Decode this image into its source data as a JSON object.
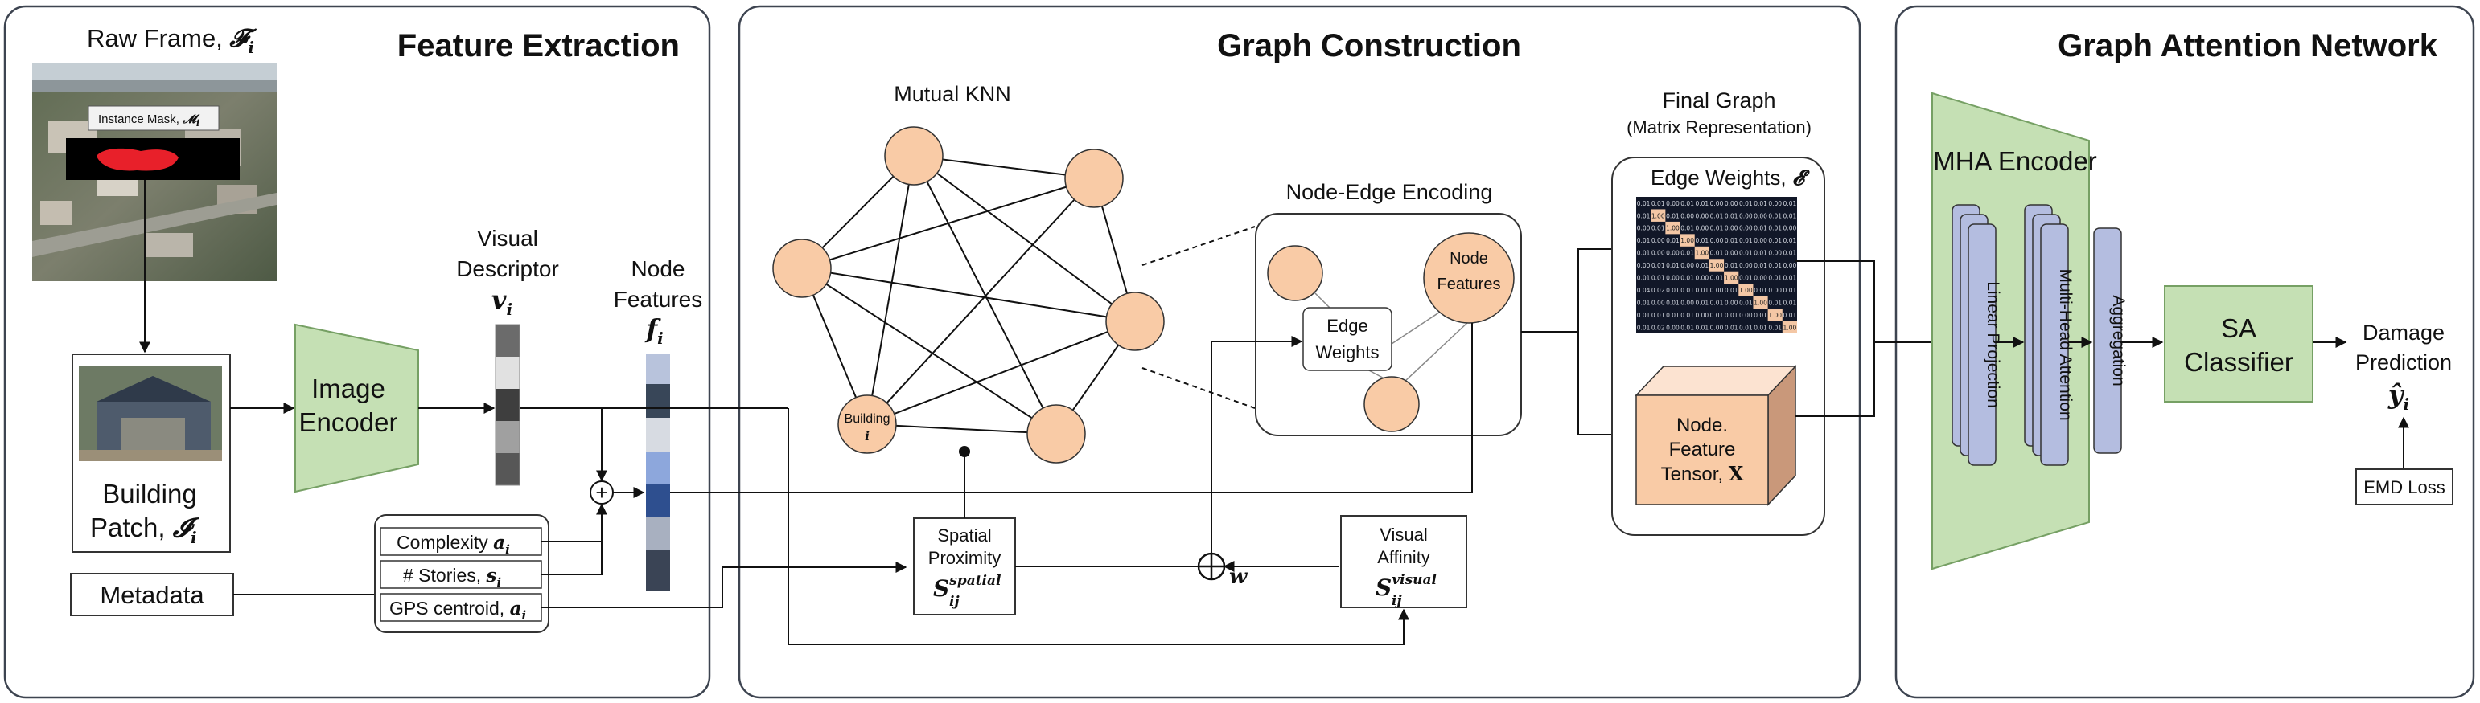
{
  "panels": {
    "feature_extraction": "Feature Extraction",
    "graph_construction": "Graph Construction",
    "graph_attention": "Graph Attention Network"
  },
  "feature_extraction": {
    "raw_frame": "Raw Frame, ",
    "raw_frame_sym": "𝓕",
    "raw_frame_sub": "i",
    "instance_mask": "Instance Mask, ",
    "instance_mask_sym": "𝓜",
    "instance_mask_sub": "i",
    "building_patch": "Building",
    "building_patch_2": "Patch, ",
    "building_patch_sym": "𝓘",
    "building_patch_sub": "i",
    "image_encoder": [
      "Image",
      "Encoder"
    ],
    "visual_descriptor": [
      "Visual",
      "Descriptor"
    ],
    "visual_descriptor_sym": "v",
    "visual_descriptor_sub": "i",
    "node_features": [
      "Node",
      "Features"
    ],
    "node_features_sym": "f",
    "node_features_sub": "i",
    "plus": "+",
    "metadata": "Metadata",
    "complexity": "Complexity ",
    "complexity_sym": "a",
    "complexity_sub": "i",
    "stories": "# Stories, ",
    "stories_sym": "s",
    "stories_sub": "i",
    "gps": "GPS centroid, ",
    "gps_sym": "a",
    "gps_sub": "i"
  },
  "graph_construction": {
    "mutual_knn": "Mutual KNN",
    "building_node": "Building",
    "building_node_sub": "i",
    "node_edge_encoding": "Node-Edge Encoding",
    "edge_weights": [
      "Edge",
      "Weights"
    ],
    "node_features": [
      "Node",
      "Features"
    ],
    "spatial_proximity": [
      "Spatial",
      "Proximity"
    ],
    "spatial_sym": "S",
    "spatial_sup": "spatial",
    "spatial_sub": "ij",
    "visual_affinity": [
      "Visual",
      "Affinity"
    ],
    "visual_sym": "S",
    "visual_sup": "visual",
    "visual_sub": "ij",
    "weight_w": "w",
    "final_graph": "Final Graph",
    "matrix_rep": "(Matrix Representation)",
    "edge_weights_title": "Edge Weights, ",
    "edge_weights_sym": "𝓔",
    "node_tensor": [
      "Node.",
      "Feature",
      "Tensor, "
    ],
    "node_tensor_sym": "X"
  },
  "matrix": [
    [
      "0.01",
      "0.01",
      "0.00",
      "0.01",
      "0.01",
      "0.00",
      "0.00",
      "0.01",
      "0.01",
      "0.00",
      "0.01"
    ],
    [
      "0.01",
      "1.00",
      "0.01",
      "0.00",
      "0.00",
      "0.01",
      "0.01",
      "0.00",
      "0.00",
      "0.01",
      "0.01"
    ],
    [
      "0.00",
      "0.01",
      "1.00",
      "0.01",
      "0.00",
      "0.01",
      "0.00",
      "0.00",
      "0.01",
      "0.01",
      "0.00"
    ],
    [
      "0.01",
      "0.00",
      "0.01",
      "1.00",
      "0.01",
      "0.00",
      "0.01",
      "0.01",
      "0.00",
      "0.01",
      "0.01"
    ],
    [
      "0.01",
      "0.00",
      "0.00",
      "0.01",
      "1.00",
      "0.01",
      "0.00",
      "0.01",
      "0.01",
      "0.00",
      "0.01"
    ],
    [
      "0.00",
      "0.01",
      "0.01",
      "0.00",
      "0.01",
      "1.00",
      "0.01",
      "0.00",
      "0.01",
      "0.01",
      "0.00"
    ],
    [
      "0.01",
      "0.01",
      "0.00",
      "0.01",
      "0.00",
      "0.01",
      "1.00",
      "0.01",
      "0.00",
      "0.01",
      "0.01"
    ],
    [
      "0.04",
      "0.02",
      "0.01",
      "0.01",
      "0.01",
      "0.00",
      "0.01",
      "1.00",
      "0.01",
      "0.00",
      "0.01"
    ],
    [
      "0.01",
      "0.00",
      "0.01",
      "0.00",
      "0.01",
      "0.01",
      "0.00",
      "0.01",
      "1.00",
      "0.01",
      "0.01"
    ],
    [
      "0.01",
      "0.01",
      "0.01",
      "0.01",
      "0.00",
      "0.01",
      "0.01",
      "0.00",
      "0.01",
      "1.00",
      "0.01"
    ],
    [
      "0.01",
      "0.02",
      "0.00",
      "0.01",
      "0.01",
      "0.00",
      "0.01",
      "0.01",
      "0.01",
      "0.01",
      "1.00"
    ]
  ],
  "gat": {
    "mha_encoder": "MHA Encoder",
    "linear_projection": "Linear Projection",
    "multi_head_attention": "Multi-Head Attention",
    "aggregation": "Aggregation",
    "sa_classifier": [
      "SA",
      "Classifier"
    ],
    "damage_prediction": [
      "Damage",
      "Prediction"
    ],
    "damage_sym": "ŷ",
    "damage_sub": "i",
    "emd_loss": "EMD Loss"
  },
  "colors": {
    "panel_border": "#3d4450",
    "encoder_green": "#c5e0b4",
    "node_peach": "#f9cba6",
    "stack_blue": "#b4bde0",
    "matrix_dark": "#111728",
    "matrix_hi": "#f4c7a5"
  }
}
